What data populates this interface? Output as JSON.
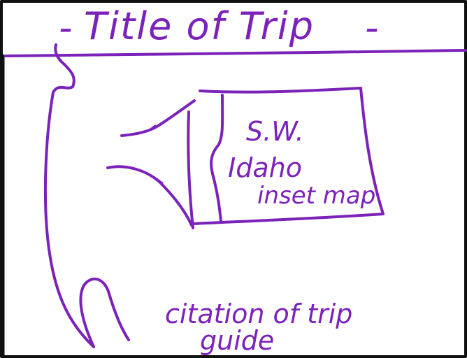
{
  "colors": {
    "ink": "#7b22b8",
    "border": "#111111",
    "paper": "#ffffff"
  },
  "title": {
    "dash": "-",
    "text": "Title of Trip"
  },
  "inset_map": {
    "label_lines": [
      "S.W.",
      "Idaho",
      "inset map"
    ]
  },
  "citation": {
    "lines": [
      "citation of trip",
      "guide"
    ]
  }
}
